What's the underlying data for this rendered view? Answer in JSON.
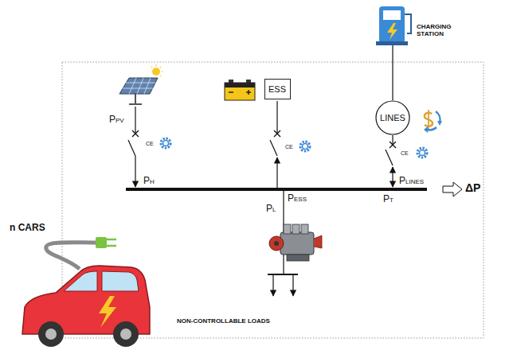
{
  "diagram": {
    "nodes": [
      {
        "text": [
          "ESS"
        ]
      },
      {
        "text": [
          "LINES"
        ]
      }
    ],
    "labels": [
      "CHARGING STATION",
      "PPV",
      "CE",
      "PH",
      "CE",
      "PESS",
      "CE",
      "PLINES",
      "PT",
      "ΔP",
      "PL",
      "n CARS",
      "NON-CONTROLLABLE LOADS"
    ]
  }
}
